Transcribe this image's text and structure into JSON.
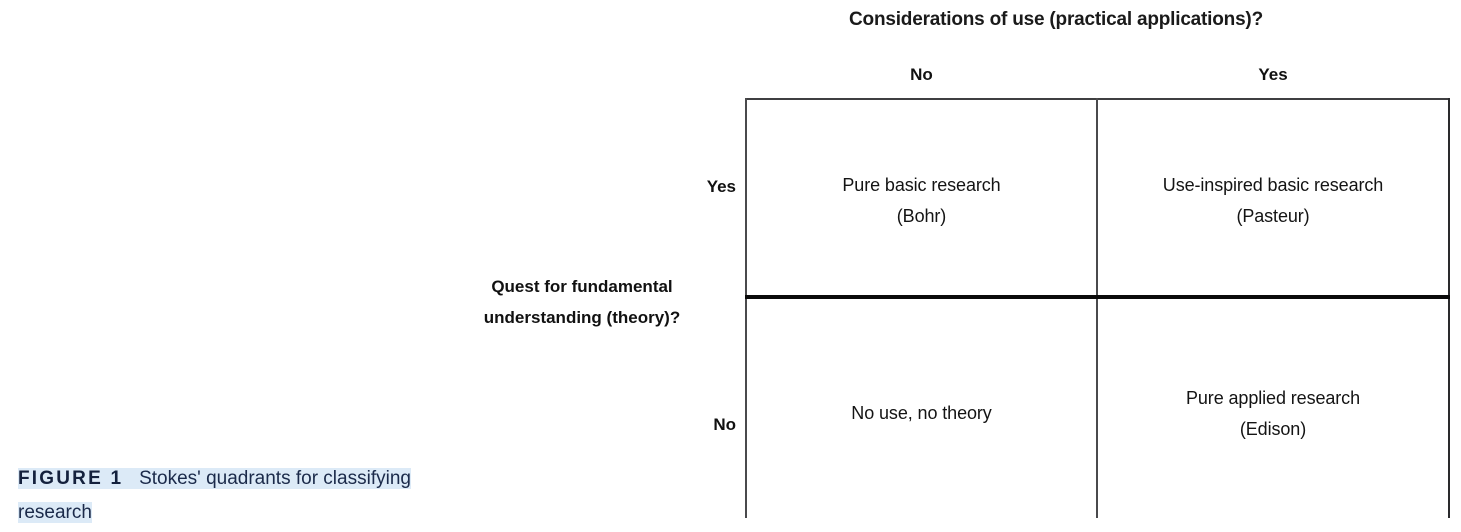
{
  "figure": {
    "label": "FIGURE 1",
    "caption": "Stokes' quadrants for classifying research"
  },
  "matrix": {
    "column_axis_title": "Considerations of use (practical applications)?",
    "row_axis_title": "Quest for fundamental understanding (theory)?",
    "column_headers": [
      "No",
      "Yes"
    ],
    "row_headers": [
      "Yes",
      "No"
    ],
    "cells": [
      {
        "row": "Yes",
        "column": "No",
        "name": "Pure basic research",
        "exemplar": "(Bohr)"
      },
      {
        "row": "Yes",
        "column": "Yes",
        "name": "Use-inspired basic research",
        "exemplar": "(Pasteur)"
      },
      {
        "row": "No",
        "column": "No",
        "name": "No use, no theory",
        "exemplar": ""
      },
      {
        "row": "No",
        "column": "Yes",
        "name": "Pure applied research",
        "exemplar": "(Edison)"
      }
    ]
  },
  "colors": {
    "grid_line": "#3f3f41",
    "grid_divider_strong": "#0a0a0a",
    "text": "#141414",
    "caption_text": "#1b2a4a",
    "caption_highlight": "#dceaf7",
    "background": "#ffffff"
  }
}
